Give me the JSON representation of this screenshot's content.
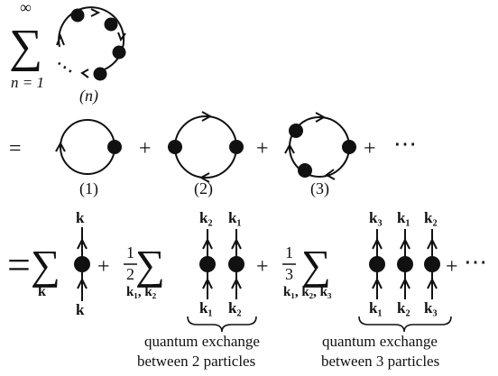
{
  "row1": {
    "sum_symbol": "∑",
    "sum_upper": "∞",
    "sum_lower": "n = 1",
    "ellipsis": "⋯",
    "label": "(n)"
  },
  "row2": {
    "equals": "=",
    "plus_1": "+",
    "plus_2": "+",
    "plus_3": "+",
    "ellipsis": "⋯",
    "label_1": "(1)",
    "label_2": "(2)",
    "label_3": "(3)"
  },
  "row3": {
    "equals_sum": "=∑",
    "sum1_index": "k",
    "diag1_top": "k",
    "diag1_bottom": "k",
    "plus_1": "+",
    "frac2_num": "1",
    "frac2_den": "2",
    "sum2_symbol": "∑",
    "sum2_index": "k₁, k₂",
    "diag2_top_a": "k₂",
    "diag2_top_b": "k₁",
    "diag2_bot_a": "k₁",
    "diag2_bot_b": "k₂",
    "plus_2": "+",
    "frac3_num": "1",
    "frac3_den": "3",
    "sum3_symbol": "∑",
    "sum3_index": "k₁, k₂, k₃",
    "diag3_top_a": "k₃",
    "diag3_top_b": "k₁",
    "diag3_top_c": "k₂",
    "diag3_bot_a": "k₁",
    "diag3_bot_b": "k₂",
    "diag3_bot_c": "k₃",
    "plus_3": "+",
    "ellipsis": "⋯",
    "brace2_caption_line1": "quantum exchange",
    "brace2_caption_line2": "between 2 particles",
    "brace3_caption_line1": "quantum exchange",
    "brace3_caption_line2": "between 3 particles"
  }
}
